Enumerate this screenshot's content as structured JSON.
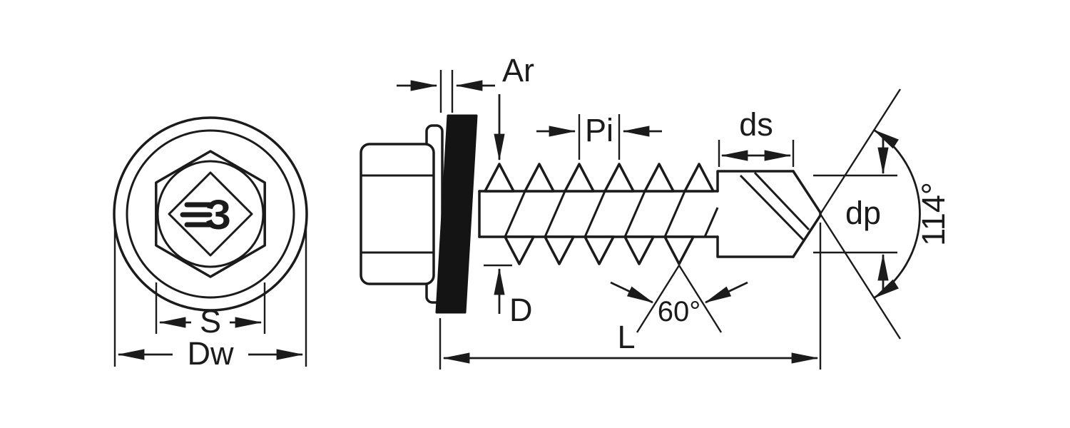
{
  "drawing": {
    "front_view": {
      "brand_glyph": "З",
      "dim_s": "S",
      "dim_dw": "Dw"
    },
    "side_view": {
      "dim_ar": "Ar",
      "dim_d": "D",
      "dim_pi": "Pi",
      "dim_ds": "ds",
      "dim_dp": "dp",
      "dim_l": "L",
      "angle_thread": "60°",
      "angle_point": "114°"
    },
    "colors": {
      "line": "#1b1b1b",
      "washer": "#141414",
      "background": "#ffffff"
    }
  }
}
